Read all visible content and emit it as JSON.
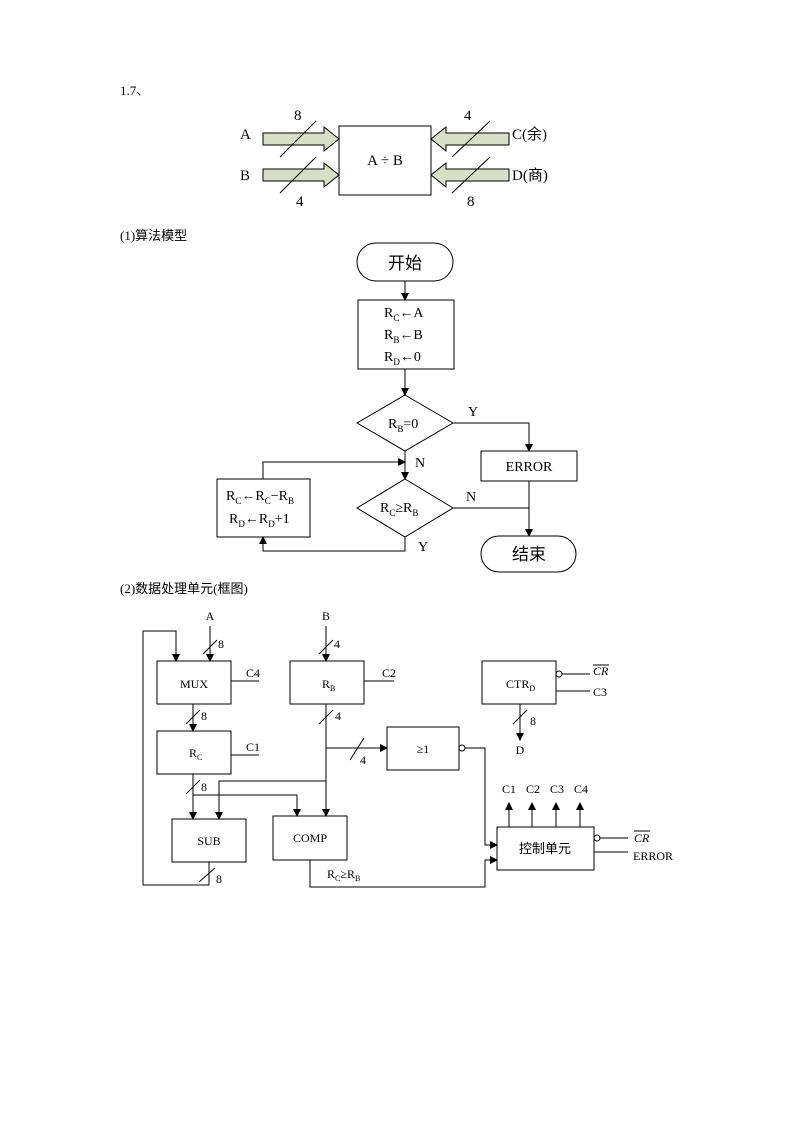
{
  "heading": "1.7、",
  "block": {
    "function": "A ÷ B",
    "inputs": [
      {
        "name": "A",
        "width": "8"
      },
      {
        "name": "B",
        "width": "4"
      }
    ],
    "outputs": [
      {
        "name": "C(余)",
        "width": "4"
      },
      {
        "name": "D(商)",
        "width": "8"
      }
    ]
  },
  "section1_title": "(1)算法模型",
  "flowchart": {
    "start": "开始",
    "init": {
      "l1": {
        "dst": "R",
        "dsub": "C",
        "src": "A"
      },
      "l2": {
        "dst": "R",
        "dsub": "B",
        "src": "B"
      },
      "l3": {
        "dst": "R",
        "dsub": "D",
        "src": "0"
      }
    },
    "check_zero": {
      "r": "R",
      "sub": "B",
      "rest": "=0"
    },
    "yes": "Y",
    "no": "N",
    "error": "ERROR",
    "compare": {
      "a": "R",
      "asub": "C",
      "op": "≥",
      "b": "R",
      "bsub": "B"
    },
    "loop_body": {
      "l1": {
        "a": "R",
        "asub": "C",
        "arrow": "←",
        "b": "R",
        "bsub": "C",
        "op": "−",
        "c": "R",
        "csub": "B"
      },
      "l2": {
        "a": "R",
        "asub": "D",
        "arrow": "←",
        "b": "R",
        "bsub": "D",
        "rest": "+1"
      }
    },
    "end": "结束"
  },
  "section2_title": "(2)数据处理单元(框图)",
  "datapath": {
    "input_a": "A",
    "input_b": "B",
    "width_a": "8",
    "width_b": "4",
    "mux": "MUX",
    "mux_ctrl": "C4",
    "rb": {
      "r": "R",
      "sub": "B"
    },
    "rb_ctrl": "C2",
    "rb_width": "4",
    "mux_width": "8",
    "rc": {
      "r": "R",
      "sub": "C"
    },
    "rc_ctrl": "C1",
    "rc_width": "8",
    "or_gate": "≥1",
    "or_width": "4",
    "sub": "SUB",
    "sub_width": "8",
    "comp": "COMP",
    "comp_out": {
      "a": "R",
      "asub": "C",
      "op": "≥",
      "b": "R",
      "bsub": "B"
    },
    "ctr": {
      "r": "CTR",
      "sub": "D"
    },
    "ctr_clear": "CR",
    "ctr_ctrl": "C3",
    "ctr_width": "8",
    "ctr_out": "D",
    "control_unit": "控制单元",
    "control_outputs": [
      "C1",
      "C2",
      "C3",
      "C4"
    ],
    "cu_clear": "CR",
    "cu_error": "ERROR"
  },
  "colors": {
    "arrow_fill": "#d9dec6",
    "line": "#000000"
  }
}
